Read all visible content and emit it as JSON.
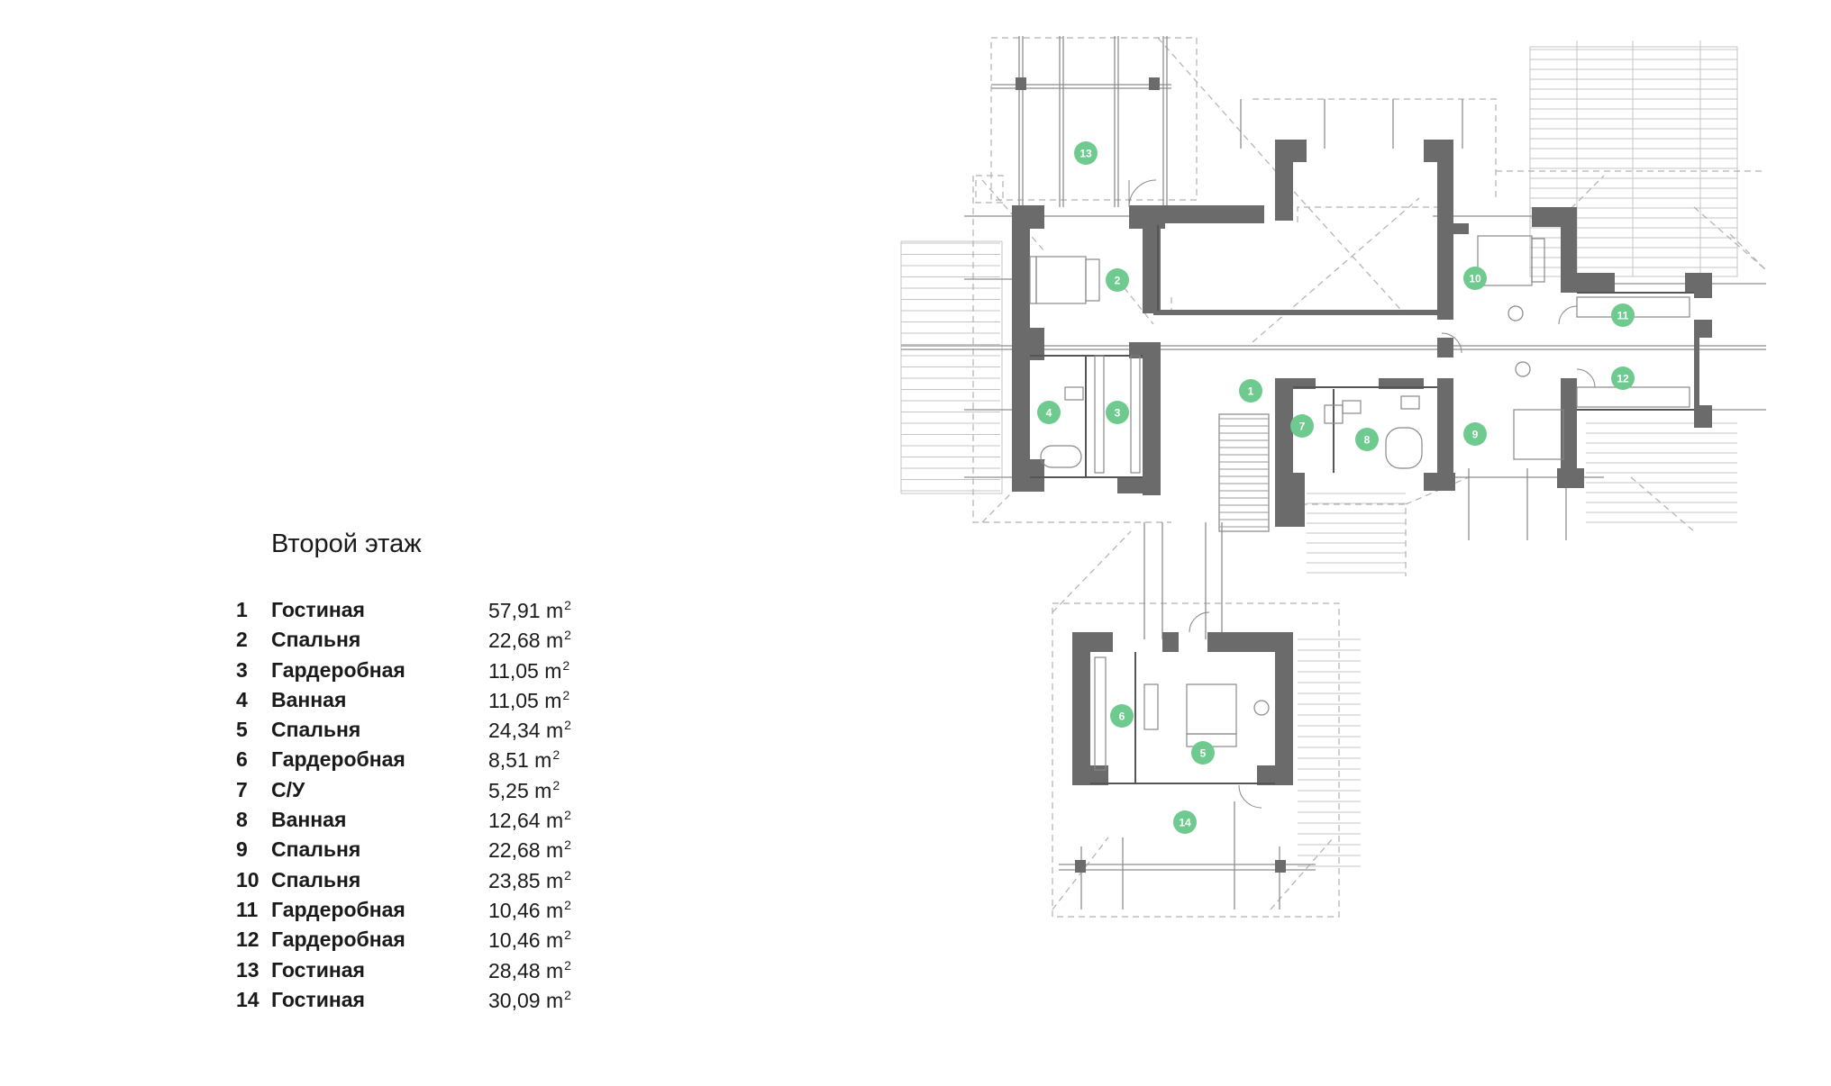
{
  "legend": {
    "title": "Второй этаж",
    "rooms": [
      {
        "num": "1",
        "name": "Гостиная",
        "area": "57,91 m",
        "unit_sup": "2"
      },
      {
        "num": "2",
        "name": "Спальня",
        "area": "22,68 m",
        "unit_sup": "2"
      },
      {
        "num": "3",
        "name": "Гардеробная",
        "area": "11,05 m",
        "unit_sup": "2"
      },
      {
        "num": "4",
        "name": "Ванная",
        "area": "11,05 m",
        "unit_sup": "2"
      },
      {
        "num": "5",
        "name": "Спальня",
        "area": "24,34 m",
        "unit_sup": "2"
      },
      {
        "num": "6",
        "name": "Гардеробная",
        "area": "8,51 m",
        "unit_sup": "2"
      },
      {
        "num": "7",
        "name": "С/У",
        "area": "5,25 m",
        "unit_sup": "2"
      },
      {
        "num": "8",
        "name": "Ванная",
        "area": "12,64 m",
        "unit_sup": "2"
      },
      {
        "num": "9",
        "name": "Спальня",
        "area": "22,68 m",
        "unit_sup": "2"
      },
      {
        "num": "10",
        "name": "Спальня",
        "area": "23,85 m",
        "unit_sup": "2"
      },
      {
        "num": "11",
        "name": "Гардеробная",
        "area": "10,46 m",
        "unit_sup": "2"
      },
      {
        "num": "12",
        "name": "Гардеробная",
        "area": "10,46 m",
        "unit_sup": "2"
      },
      {
        "num": "13",
        "name": "Гостиная",
        "area": "28,48 m",
        "unit_sup": "2"
      },
      {
        "num": "14",
        "name": "Гостиная",
        "area": "30,09 m",
        "unit_sup": "2"
      }
    ]
  },
  "plan": {
    "markers": [
      {
        "label": "1"
      },
      {
        "label": "2"
      },
      {
        "label": "3"
      },
      {
        "label": "4"
      },
      {
        "label": "5"
      },
      {
        "label": "6"
      },
      {
        "label": "7"
      },
      {
        "label": "8"
      },
      {
        "label": "9"
      },
      {
        "label": "10"
      },
      {
        "label": "11"
      },
      {
        "label": "12"
      },
      {
        "label": "13"
      },
      {
        "label": "14"
      }
    ],
    "colors": {
      "marker": "#6fca8f",
      "wall": "#6b6b6b",
      "line": "#9a9a9a",
      "dashed": "#b0b0b0"
    }
  }
}
